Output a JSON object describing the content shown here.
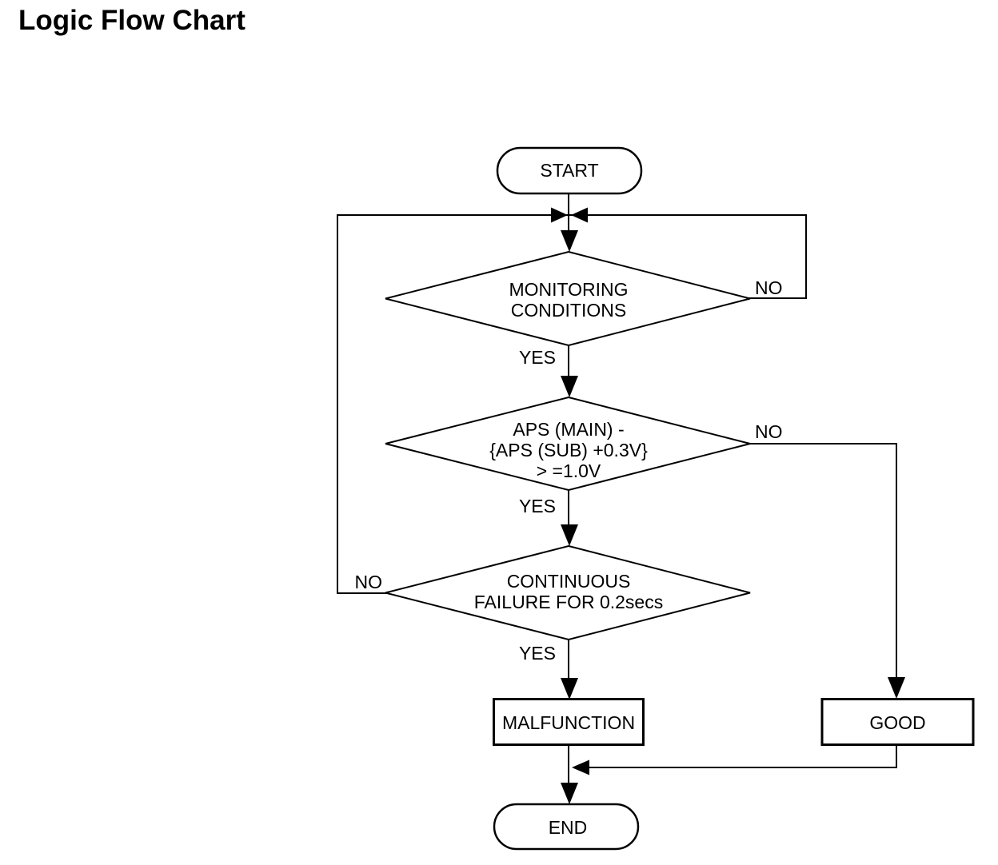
{
  "page": {
    "title": "Logic Flow Chart"
  },
  "colors": {
    "line": "#000000",
    "background": "#ffffff",
    "text": "#000000"
  },
  "flowchart": {
    "nodes": {
      "start": {
        "shape": "terminator",
        "label": "START"
      },
      "monitoring": {
        "shape": "decision",
        "lines": [
          "MONITORING",
          "CONDITIONS"
        ]
      },
      "aps": {
        "shape": "decision",
        "lines": [
          "APS (MAIN) -",
          "{APS (SUB) +0.3V}",
          "> =1.0V"
        ]
      },
      "continuous": {
        "shape": "decision",
        "lines": [
          "CONTINUOUS",
          "FAILURE FOR 0.2secs"
        ]
      },
      "malfunction": {
        "shape": "process",
        "label": "MALFUNCTION"
      },
      "good": {
        "shape": "process",
        "label": "GOOD"
      },
      "end": {
        "shape": "terminator",
        "label": "END"
      }
    },
    "edges": {
      "monitoring_yes": {
        "label": "YES"
      },
      "monitoring_no": {
        "label": "NO"
      },
      "aps_yes": {
        "label": "YES"
      },
      "aps_no": {
        "label": "NO"
      },
      "continuous_yes": {
        "label": "YES"
      },
      "continuous_no": {
        "label": "NO"
      }
    }
  }
}
